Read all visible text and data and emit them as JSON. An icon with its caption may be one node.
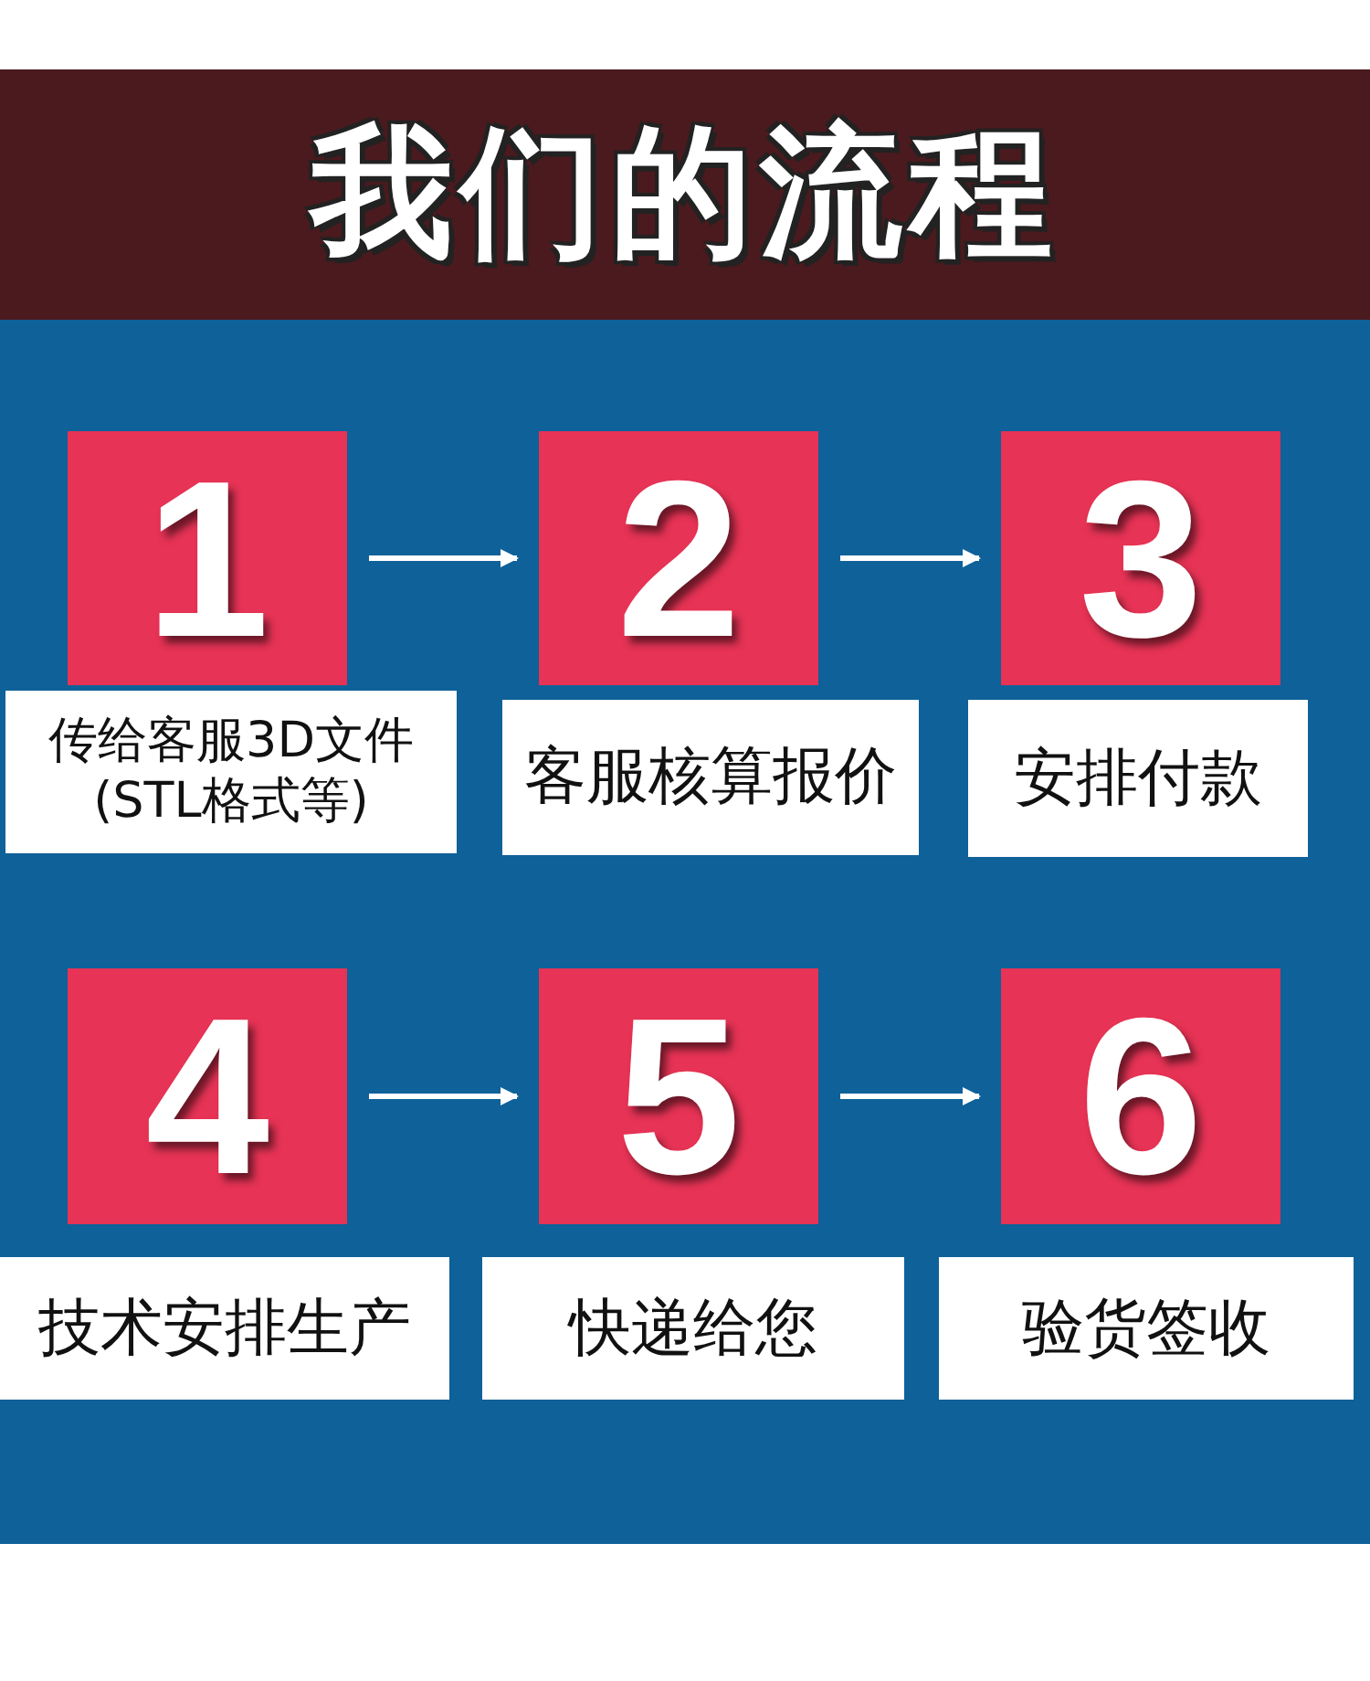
{
  "diagram": {
    "title": "我们的流程",
    "nodes": [
      {
        "text": [
          "1"
        ]
      },
      {
        "text": [
          "2"
        ]
      },
      {
        "text": [
          "3"
        ]
      },
      {
        "text": [
          "传给客服3D文件 (STL格式等)"
        ]
      },
      {
        "text": [
          "客服核算报价"
        ]
      },
      {
        "text": [
          "安排付款"
        ]
      },
      {
        "text": [
          "4"
        ]
      },
      {
        "text": [
          "5"
        ]
      },
      {
        "text": [
          "6"
        ]
      },
      {
        "text": [
          "技术安排生产"
        ]
      },
      {
        "text": [
          "快递给您"
        ]
      },
      {
        "text": [
          "验货签收"
        ]
      }
    ],
    "edges": [
      {
        "from": 0,
        "to": 1,
        "arrow": "to"
      },
      {
        "from": 1,
        "to": 2,
        "arrow": "to"
      },
      {
        "from": 6,
        "to": 7,
        "arrow": "to"
      },
      {
        "from": 7,
        "to": 8,
        "arrow": "to"
      }
    ]
  }
}
